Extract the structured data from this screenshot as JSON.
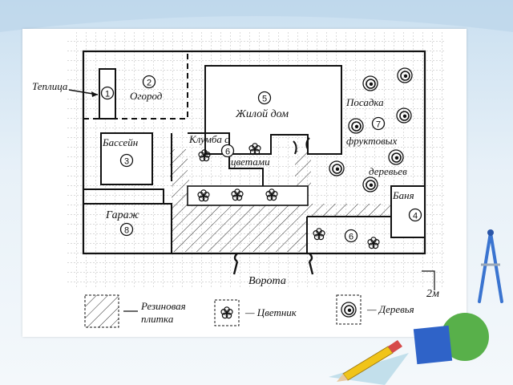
{
  "labels": {
    "greenhouse": "Теплица",
    "garden": "Огород",
    "house": "Жилой дом",
    "orchard_1": "Посадка",
    "orchard_2": "фруктовых",
    "orchard_3": "деревьев",
    "pool": "Бассейн",
    "flowerbed_1": "Клумба с",
    "flowerbed_2": "цветами",
    "sauna": "Баня",
    "garage": "Гараж",
    "gate": "Ворота",
    "scale": "2м"
  },
  "numbers": {
    "greenhouse": "1",
    "garden": "2",
    "pool": "3",
    "sauna": "4",
    "house": "5",
    "flowerbed": "6",
    "flowerbed_lower": "6",
    "orchard": "7",
    "garage": "8"
  },
  "legend": {
    "tiles": "— Резиновая\nплитка",
    "tiles_1": "Резиновая",
    "tiles_2": "плитка",
    "flowers": "— Цветник",
    "trees": "— Деревья"
  },
  "colors": {
    "ink": "#111111",
    "grid": "#9a9a9a",
    "card": "#ffffff",
    "bg_top": "#c9dff0",
    "tools_blue": "#2f63c8",
    "tools_green": "#58b04a",
    "tools_yellow": "#f0c419"
  }
}
